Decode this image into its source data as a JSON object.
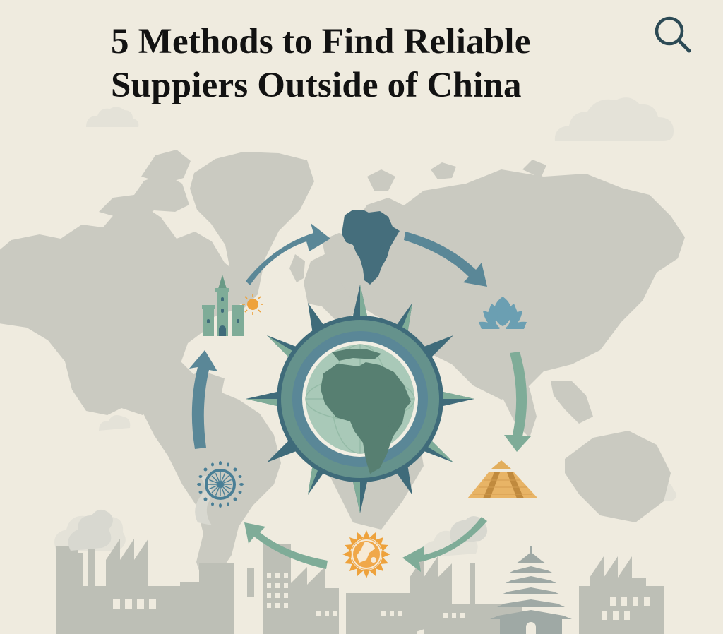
{
  "page": {
    "title_lines": [
      "5 Methods to Find Reliable",
      "Suppiers Outside of China"
    ],
    "search_icon": "search-icon"
  },
  "colors": {
    "background": "#efebdf",
    "map_gray": "#c9c9c0",
    "teal_dark": "#3f6b7a",
    "teal_mid": "#5a8797",
    "sage": "#7fac98",
    "sage_light": "#a9c9b8",
    "orange": "#eea23c",
    "pyramid": "#e2ae5c",
    "skyline_gray": "#b9bcb3",
    "text": "#121212"
  },
  "illustration": {
    "center": "globe-compass-icon",
    "cycle_icons": [
      {
        "name": "africa-map-icon",
        "position": "top"
      },
      {
        "name": "lotus-icon",
        "position": "upper-right"
      },
      {
        "name": "pyramid-icon",
        "position": "lower-right"
      },
      {
        "name": "sun-globe-icon",
        "position": "bottom"
      },
      {
        "name": "dharma-wheel-icon",
        "position": "lower-left"
      },
      {
        "name": "castle-icon",
        "position": "upper-left"
      }
    ],
    "arrows": 6,
    "background_elements": [
      "world-map",
      "clouds",
      "factory-skyline",
      "pagoda"
    ]
  }
}
